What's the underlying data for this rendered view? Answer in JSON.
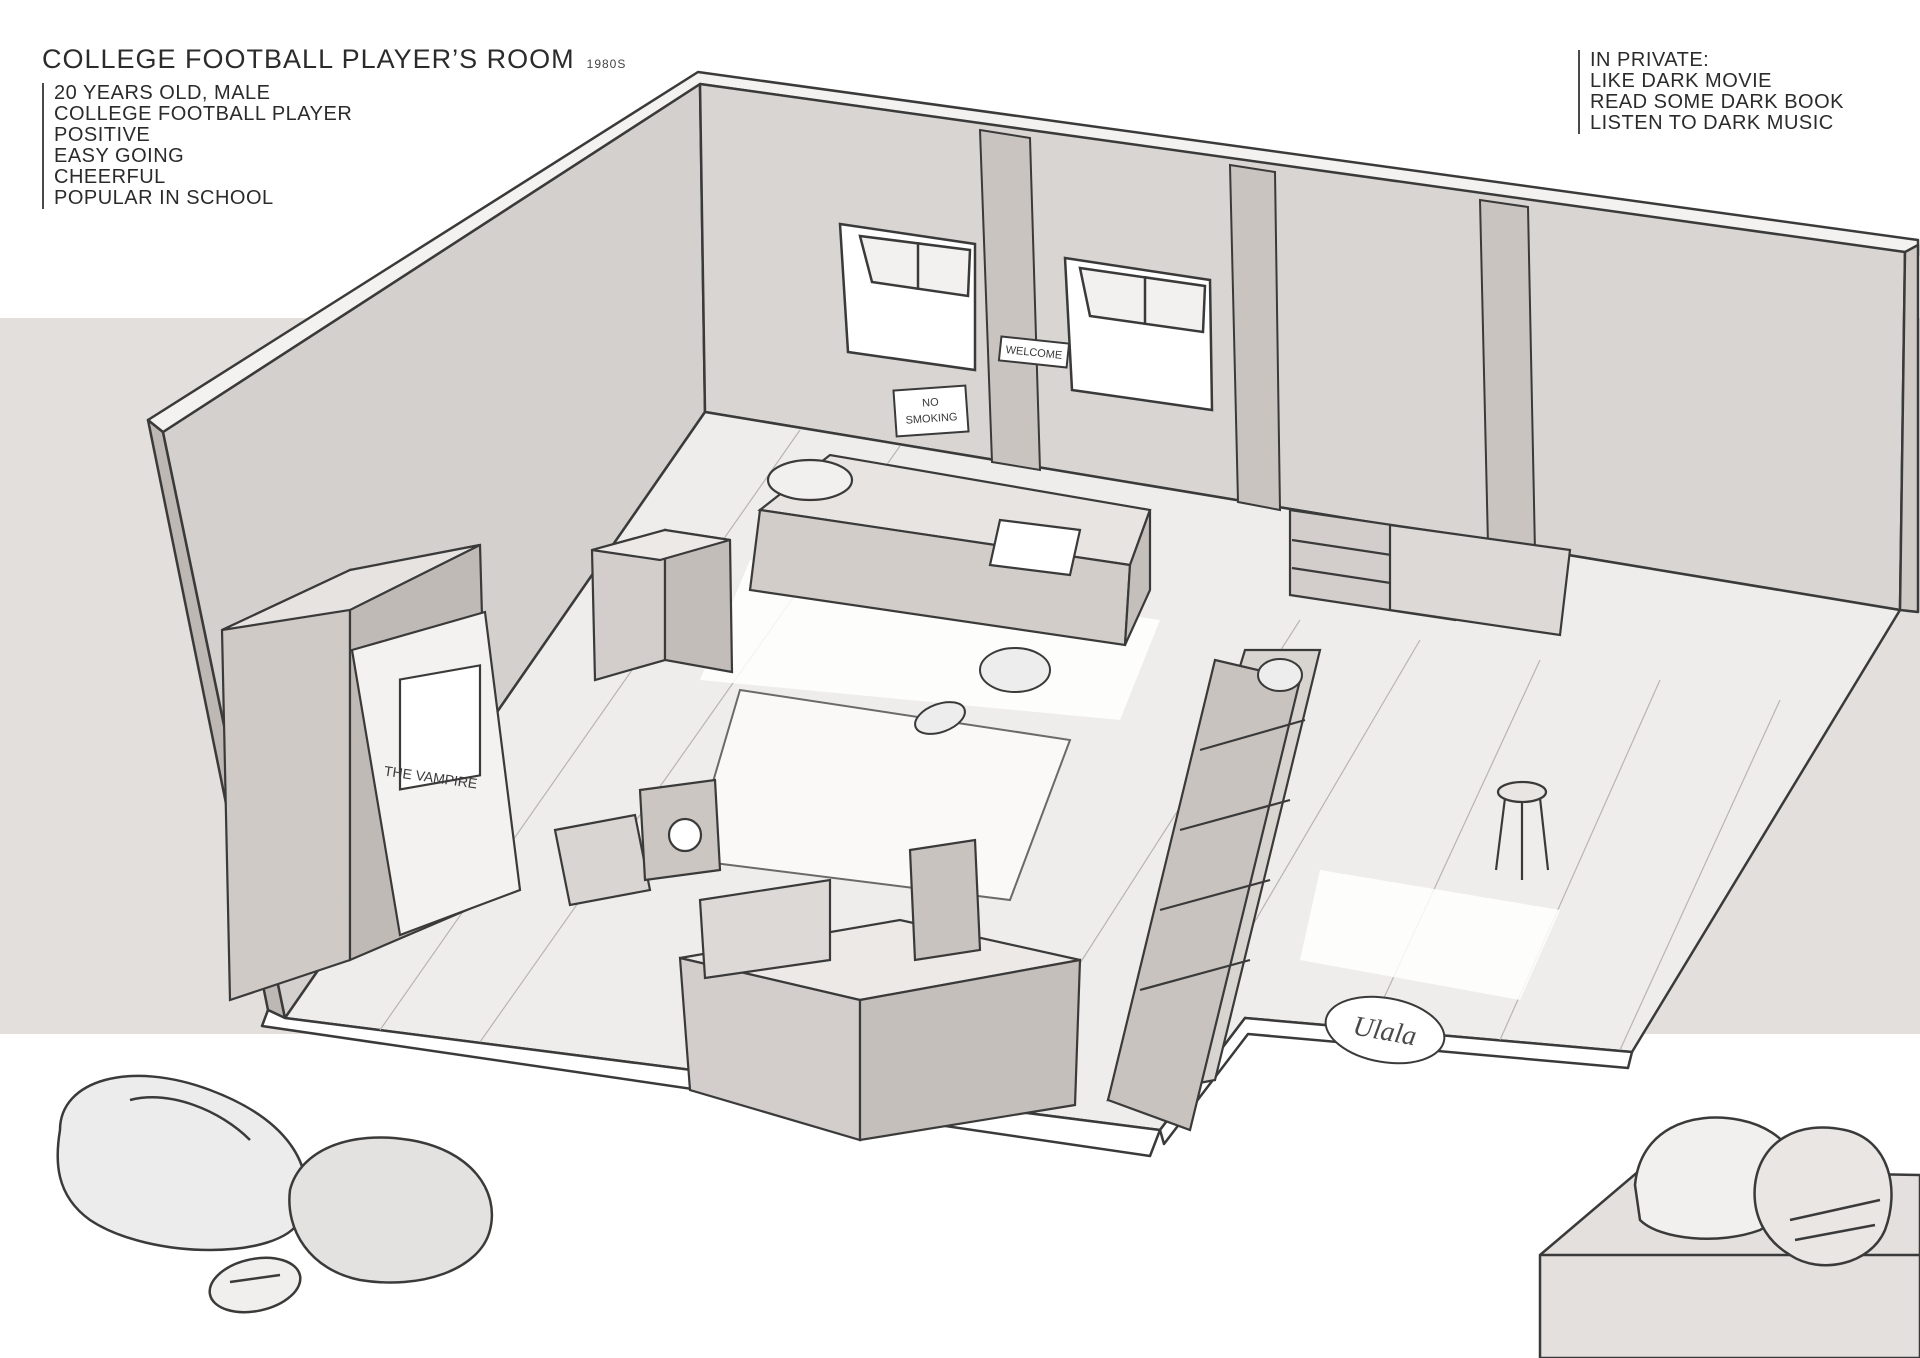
{
  "title": {
    "main": "COLLEGE FOOTBALL PLAYER’S ROOM",
    "era": "1980S"
  },
  "traits": [
    "20 YEARS OLD, MALE",
    "COLLEGE FOOTBALL PLAYER",
    "POSITIVE",
    "EASY GOING",
    "CHEERFUL",
    "POPULAR IN SCHOOL"
  ],
  "private": [
    "IN PRIVATE:",
    "LIKE DARK MOVIE",
    "READ SOME DARK BOOK",
    "LISTEN TO DARK MUSIC"
  ],
  "room_signs": {
    "welcome": "WELCOME",
    "no_smoking_1": "NO",
    "no_smoking_2": "SMOKING",
    "poster": "THE VAMPIRE",
    "rug": "Ulala"
  },
  "colors": {
    "background_band": "#e2dfdc",
    "paper": "#ffffff",
    "line": "#3a3a3a",
    "wall": "#d4d0cd",
    "floor": "#efedeb"
  }
}
